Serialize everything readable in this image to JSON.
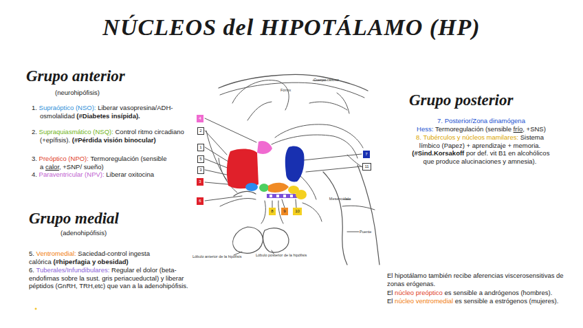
{
  "diagram": {
    "title": "NÚCLEOS del HIPOTÁLAMO (HP)",
    "nodes": [
      {
        "text": [
          "4"
        ]
      },
      {
        "text": [
          "2"
        ]
      },
      {
        "text": [
          "1"
        ]
      },
      {
        "text": [
          "5"
        ]
      },
      {
        "text": [
          "3"
        ]
      },
      {
        "text": [
          "3"
        ]
      },
      {
        "text": [
          "6"
        ]
      },
      {
        "text": [
          "7"
        ]
      },
      {
        "text": [
          "11"
        ]
      },
      {
        "text": [
          "8"
        ]
      },
      {
        "text": [
          "9"
        ]
      },
      {
        "text": [
          "10"
        ]
      }
    ],
    "labels": [
      "Grupo anterior",
      "(neurohipófisis)",
      "1.",
      "Supraóptico (NSO):",
      "Liberar vasopresina/ADH- osmolalidad",
      "(#Diabetes insípida).",
      "2.",
      "Supraquiasmático (NSQ):",
      "Control ritmo circadiano (+epífisis).",
      "(#Pérdida visión binocular)",
      "3.",
      "Preóptico (NPO):",
      "Termoregulación (sensible a",
      "calor",
      ", +SNP/ sueño)",
      "4.",
      "Paraventricular (NPV):",
      "Liberar oxitocina",
      "Grupo medial",
      "(adenohipófisis)",
      "5.",
      "Ventromedial:",
      "Saciedad-control ingesta calórica",
      "(#hiperfagia y obesidad)",
      "6.",
      "Tuberales/Infundibulares:",
      "Regular el dolor (beta-endofirnas sobre la sust. gris periacueductal) y liberar péptidos (GnRH, TRH,etc) que van a la adenohipófisis.",
      "Grupo posterior",
      "7.",
      "Posterior/Zona dinamógena Hess:",
      "Termoregulación (sensible",
      "frío",
      ", +SNS)",
      "8.",
      "Tubérculos y núcleos mamilares:",
      "Sistema límbico (Papez) + aprendizaje + memoria.",
      "(#Sind.Korsakoff",
      "por def. vit B1 en alcohólicos que produce alucinaciones y amnesia).",
      "El hipotálamo también recibe aferencias viscerosensitivas de zonas erógenas.",
      "El",
      "núcleo preóptico",
      "es sensible a andrógenos (hombres).",
      "El",
      "núcleo ventromedial",
      "es sensible a estrógenos (mujeres).",
      "Cuerpo calloso",
      "Fórnix",
      "Mesencéfalo",
      "Puente",
      "Lóbulo anterior de la hipófisis",
      "Lóbulo posterior de la hipófisis"
    ]
  }
}
